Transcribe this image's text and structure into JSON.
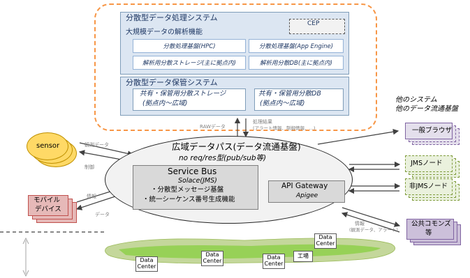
{
  "processing": {
    "title": "分散型データ処理システム",
    "cep": "CEP",
    "analysis_title": "大規模データの解析機能",
    "cells": [
      "分散処理基盤(HPC)",
      "分散処理基盤(App Engine)",
      "解析用分散ストレージ(主に拠点内)",
      "解析用分散DB(主に拠点内)"
    ]
  },
  "storage": {
    "title": "分散型データ保管システム",
    "cells": [
      {
        "line1": "共有・保管用分散ストレージ",
        "line2": "(拠点内～広域)"
      },
      {
        "line1": "共有・保管用分散DB",
        "line2": "(拠点内～広域)"
      }
    ]
  },
  "flows": {
    "raw": "RAWデータ",
    "result": "処理結果",
    "result_sub": "(アラート情報、制御情報、…)",
    "observe": "観測データ",
    "control": "制御",
    "info_left": "情報",
    "data_left": "データ",
    "info_right": "情報",
    "info_right_sub": "(観測データ、アラート)"
  },
  "bus": {
    "title": "広域データパス(データ流通基盤)",
    "subtitle": "no req/res型(pub/sub等)",
    "service_bus": {
      "title": "Service Bus",
      "subtitle": "Solace(JMS)",
      "lines": [
        "・分散型メッセージ基盤",
        "・統一シーケンス番号生成機能"
      ]
    },
    "api_gateway": {
      "title": "API Gateway",
      "subtitle": "Apigee"
    }
  },
  "left": {
    "sensor": "sensor",
    "mobile": [
      "モバイル",
      "デバイス"
    ]
  },
  "right": {
    "header": [
      "他のシステム",
      "他のデータ流通基盤"
    ],
    "browser": "一般ブラウザ",
    "jms": "JMSノード",
    "nonjms": "非JMSノード",
    "commons": [
      "公共コモンズ",
      "等"
    ]
  },
  "datacenters": [
    {
      "lines": [
        "Data",
        "Center"
      ]
    },
    {
      "lines": [
        "Data",
        "Center"
      ]
    },
    {
      "lines": [
        "Data",
        "Center"
      ]
    },
    {
      "lines": [
        "工場"
      ]
    },
    {
      "lines": [
        "Data",
        "Center"
      ]
    }
  ],
  "colors": {
    "dashed_orange": "#f79646",
    "panel_blue": "#dce6f2",
    "bus_grey": "#f2f2f2",
    "sensor_yellow": "#ffd966",
    "mobile_red": "#e6b9b8",
    "browser_purple": "#e4dfec",
    "node_green": "#eaf1dd",
    "terrain_green": "#92d050"
  }
}
